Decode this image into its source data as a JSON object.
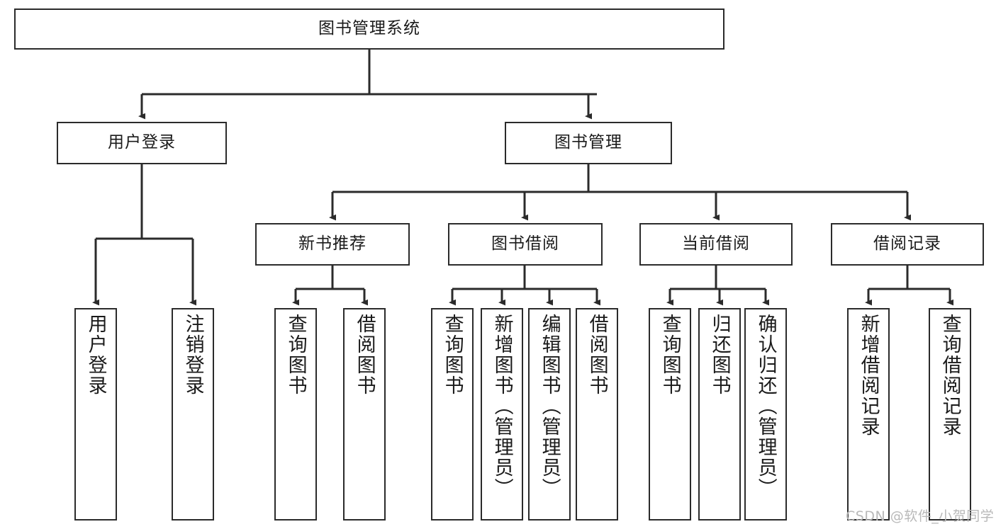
{
  "diagram": {
    "title": "图书管理系统",
    "type": "hierarchy-tree",
    "background_color": "#ffffff",
    "node_border_color": "#2b2b2b",
    "node_fill_color": "#ffffff",
    "edge_color": "#2b2b2b"
  },
  "nodes": {
    "root": {
      "label": "图书管理系统"
    },
    "level2": [
      {
        "label": "用户登录"
      },
      {
        "label": "图书管理"
      }
    ],
    "level3": [
      {
        "label": "新书推荐"
      },
      {
        "label": "图书借阅"
      },
      {
        "label": "当前借阅"
      },
      {
        "label": "借阅记录"
      }
    ],
    "leaves": {
      "user_login": [
        {
          "label": "用户登录"
        },
        {
          "label": "注销登录"
        }
      ],
      "new_book": [
        {
          "label": "查询图书"
        },
        {
          "label": "借阅图书"
        }
      ],
      "book_borrow": [
        {
          "label": "查询图书"
        },
        {
          "label": "新增图书（管理员）"
        },
        {
          "label": "编辑图书（管理员）"
        },
        {
          "label": "借阅图书"
        }
      ],
      "current_borrow": [
        {
          "label": "查询图书"
        },
        {
          "label": "归还图书"
        },
        {
          "label": "确认归还（管理员）"
        }
      ],
      "borrow_record": [
        {
          "label": "新增借阅记录"
        },
        {
          "label": "查询借阅记录"
        }
      ]
    }
  },
  "watermark": {
    "text": "CSDN @软件_小贺同学"
  }
}
